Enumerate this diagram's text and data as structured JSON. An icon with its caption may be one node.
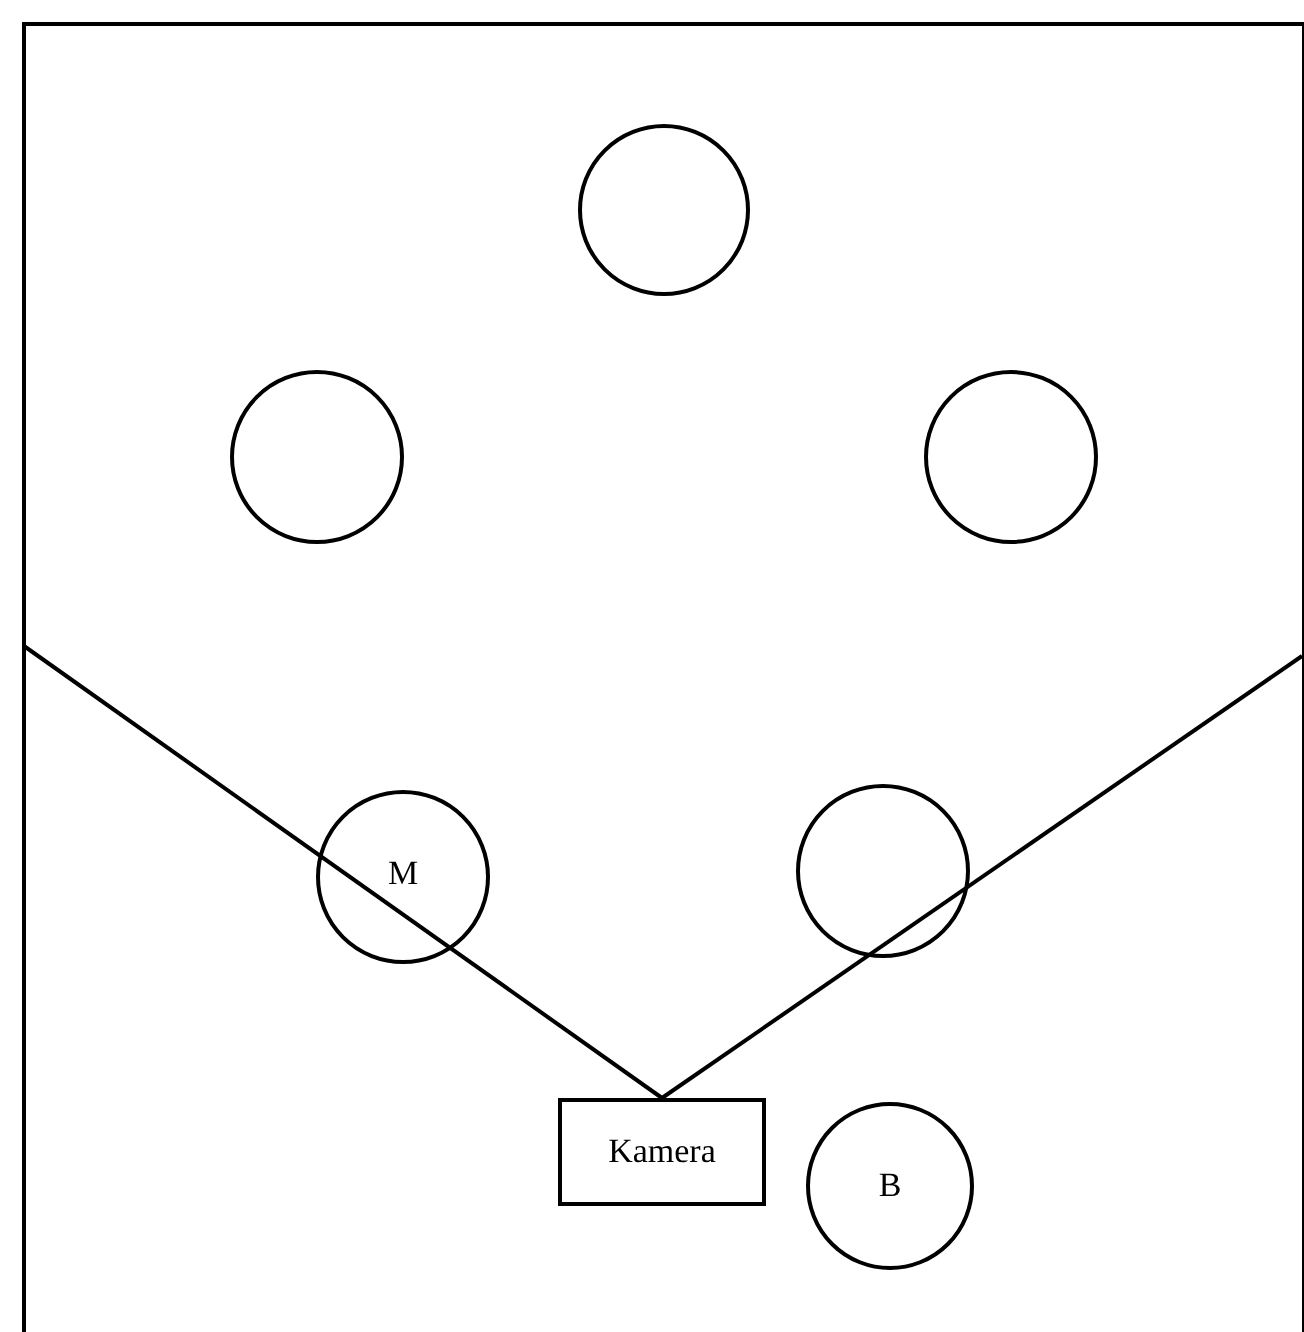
{
  "diagram": {
    "nodes": [
      {
        "text": [],
        "shape": "circle"
      },
      {
        "text": [],
        "shape": "circle"
      },
      {
        "text": [],
        "shape": "circle"
      },
      {
        "text": [
          "M"
        ]
      },
      {
        "text": [],
        "shape": "circle"
      },
      {
        "text": [
          "Kamera"
        ]
      },
      {
        "text": [
          "B"
        ]
      }
    ],
    "edges": [
      {
        "from": 5,
        "to": null,
        "arrow": "none"
      },
      {
        "from": 5,
        "to": null,
        "arrow": "none"
      }
    ]
  }
}
